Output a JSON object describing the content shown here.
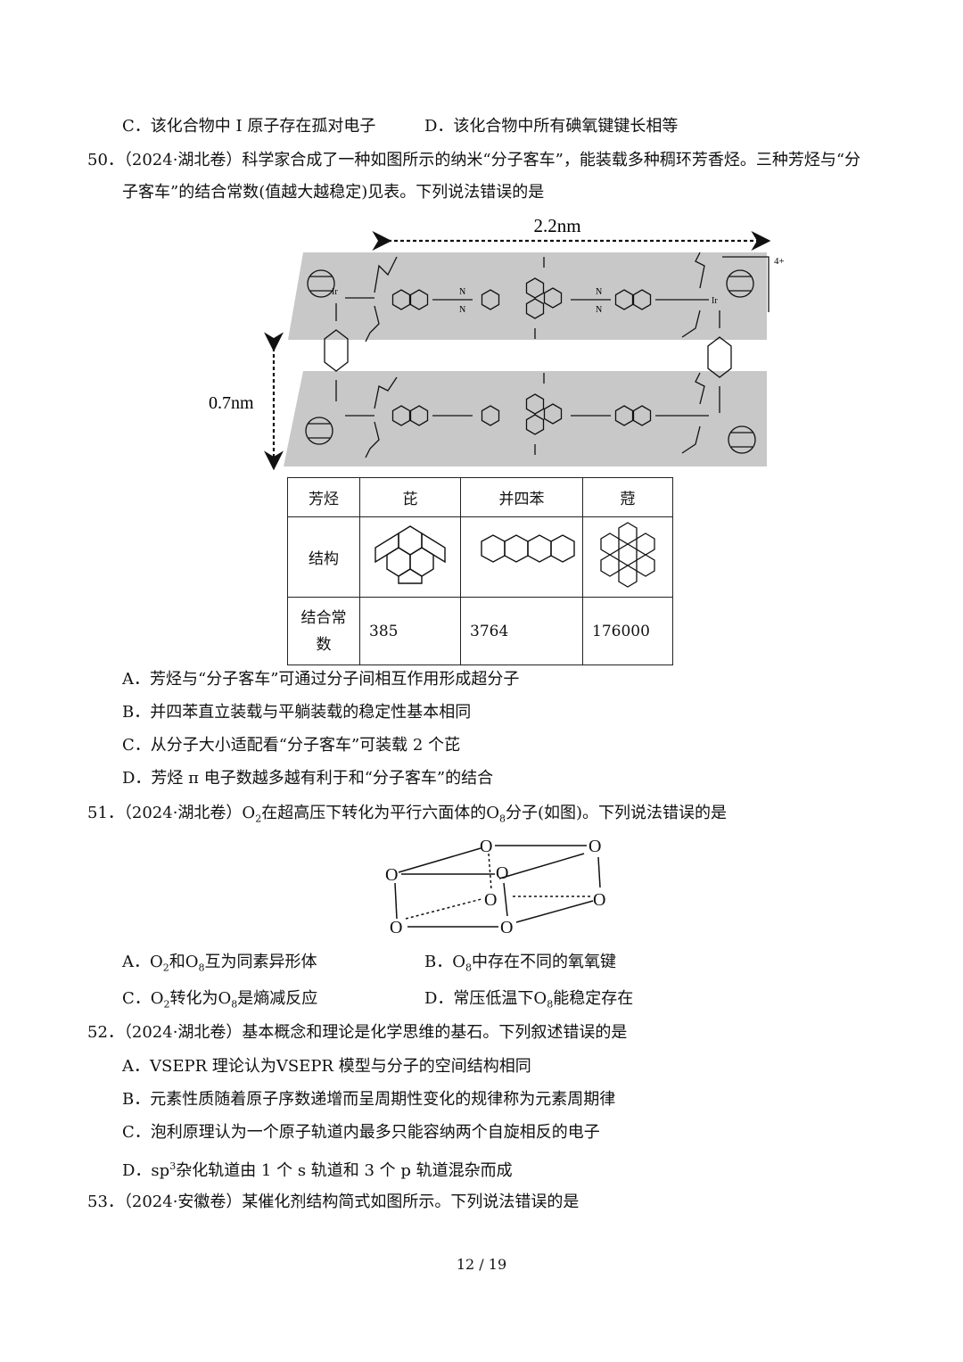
{
  "q49": {
    "optC": "C．该化合物中 I 原子存在孤对电子",
    "optD": "D．该化合物中所有碘氧键键长相等"
  },
  "q50": {
    "stem1": "50．（2024·湖北卷）科学家合成了一种如图所示的纳米“分子客车”，能装载多种稠环芳香烃。三种芳烃与“分",
    "stem2": "子客车”的结合常数(值越大越稳定)见表。下列说法错误的是",
    "figure": {
      "width_label": "2.2nm",
      "height_label": "0.7nm",
      "charge": "4+",
      "atom_ir": "Ir",
      "atom_n": "N"
    },
    "table": {
      "row_headers": [
        "芳烃",
        "结构",
        "结合常",
        "数"
      ],
      "names": [
        "芘",
        "并四苯",
        "蒄"
      ],
      "constants": [
        "385",
        "3764",
        "176000"
      ]
    },
    "optA": "A．芳烃与“分子客车”可通过分子间相互作用形成超分子",
    "optB": "B．并四苯直立装载与平躺装载的稳定性基本相同",
    "optC": "C．从分子大小适配看“分子客车”可装载 2 个芘",
    "optD": "D．芳烃 π 电子数越多越有利于和“分子客车”的结合"
  },
  "q51": {
    "stem_a": "51．（2024·湖北卷）O",
    "stem_b": "在超高压下转化为平行六面体的O",
    "stem_c": "分子(如图)。下列说法错误的是",
    "sub2": "2",
    "sub8": "8",
    "atom": "O",
    "optA": [
      "A．O",
      "2",
      "和O",
      "8",
      "互为同素异形体"
    ],
    "optB": [
      "B．O",
      "8",
      "中存在不同的氧氧键"
    ],
    "optC": [
      "C．O",
      "2",
      "转化为O",
      "8",
      "是熵减反应"
    ],
    "optD": [
      "D．常压低温下O",
      "8",
      "能稳定存在"
    ]
  },
  "q52": {
    "stem": "52．（2024·湖北卷）基本概念和理论是化学思维的基石。下列叙述错误的是",
    "optA": "A．VSEPR 理论认为VSEPR 模型与分子的空间结构相同",
    "optB": "B．元素性质随着原子序数递增而呈周期性变化的规律称为元素周期律",
    "optC": "C．泡利原理认为一个原子轨道内最多只能容纳两个自旋相反的电子",
    "optD_a": "D．sp",
    "optD_sup": "3",
    "optD_b": "杂化轨道由 1 个 s 轨道和 3 个 p 轨道混杂而成"
  },
  "q53": {
    "stem": "53．（2024·安徽卷）某催化剂结构简式如图所示。下列说法错误的是"
  },
  "footer": {
    "page": "12 / 19"
  }
}
